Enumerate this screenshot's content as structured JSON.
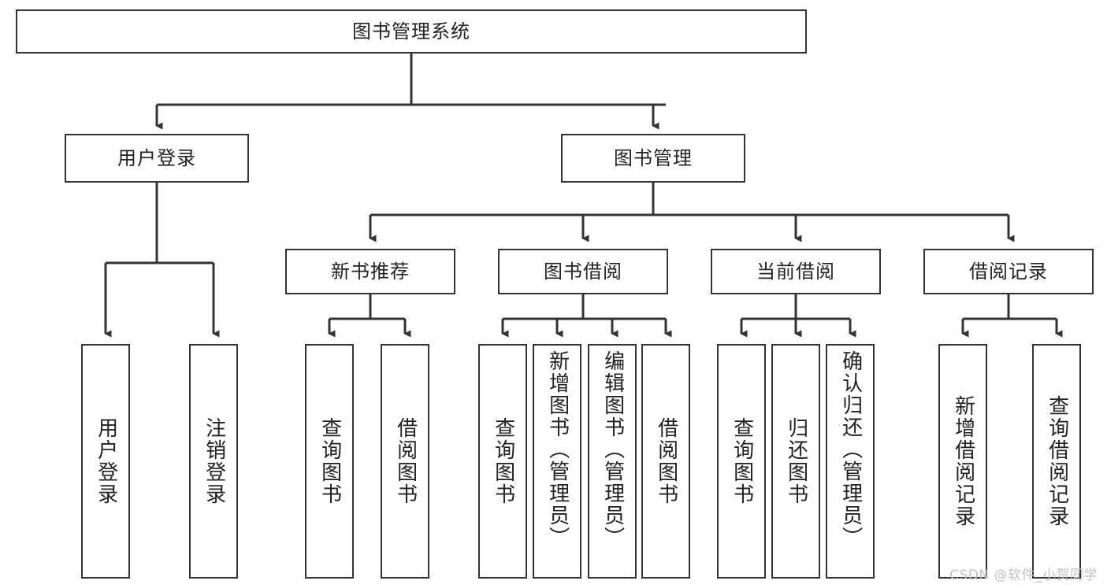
{
  "diagram": {
    "title_node": {
      "label": "图书管理系统"
    },
    "level2": [
      {
        "id": "user-login",
        "label": "用户登录"
      },
      {
        "id": "book-management",
        "label": "图书管理"
      }
    ],
    "level3": [
      {
        "id": "new-book-recommend",
        "label": "新书推荐"
      },
      {
        "id": "book-borrow",
        "label": "图书借阅"
      },
      {
        "id": "current-borrow",
        "label": "当前借阅"
      },
      {
        "id": "borrow-record",
        "label": "借阅记录"
      }
    ],
    "leaves": {
      "user_login": [
        {
          "id": "leaf-user-login",
          "label": "用户登录"
        },
        {
          "id": "leaf-logout-login",
          "label": "注销登录"
        }
      ],
      "new_book_recommend": [
        {
          "id": "leaf-query-book-1",
          "label": "查询图书"
        },
        {
          "id": "leaf-borrow-book-1",
          "label": "借阅图书"
        }
      ],
      "book_borrow": [
        {
          "id": "leaf-query-book-2",
          "label": "查询图书"
        },
        {
          "id": "leaf-add-book",
          "label": "新增图书（管理员）"
        },
        {
          "id": "leaf-edit-book",
          "label": "编辑图书（管理员）"
        },
        {
          "id": "leaf-borrow-book-2",
          "label": "借阅图书"
        }
      ],
      "current_borrow": [
        {
          "id": "leaf-query-book-3",
          "label": "查询图书"
        },
        {
          "id": "leaf-return-book",
          "label": "归还图书"
        },
        {
          "id": "leaf-confirm-return",
          "label": "确认归还（管理员）"
        }
      ],
      "borrow_record": [
        {
          "id": "leaf-add-record",
          "label": "新增借阅记录"
        },
        {
          "id": "leaf-query-record",
          "label": "查询借阅记录"
        }
      ]
    },
    "watermark": "CSDN @软件_小贺同学",
    "colors": {
      "stroke": "#333333",
      "fill": "#ffffff",
      "text": "#222222",
      "watermark": "#c2c2c2"
    }
  }
}
